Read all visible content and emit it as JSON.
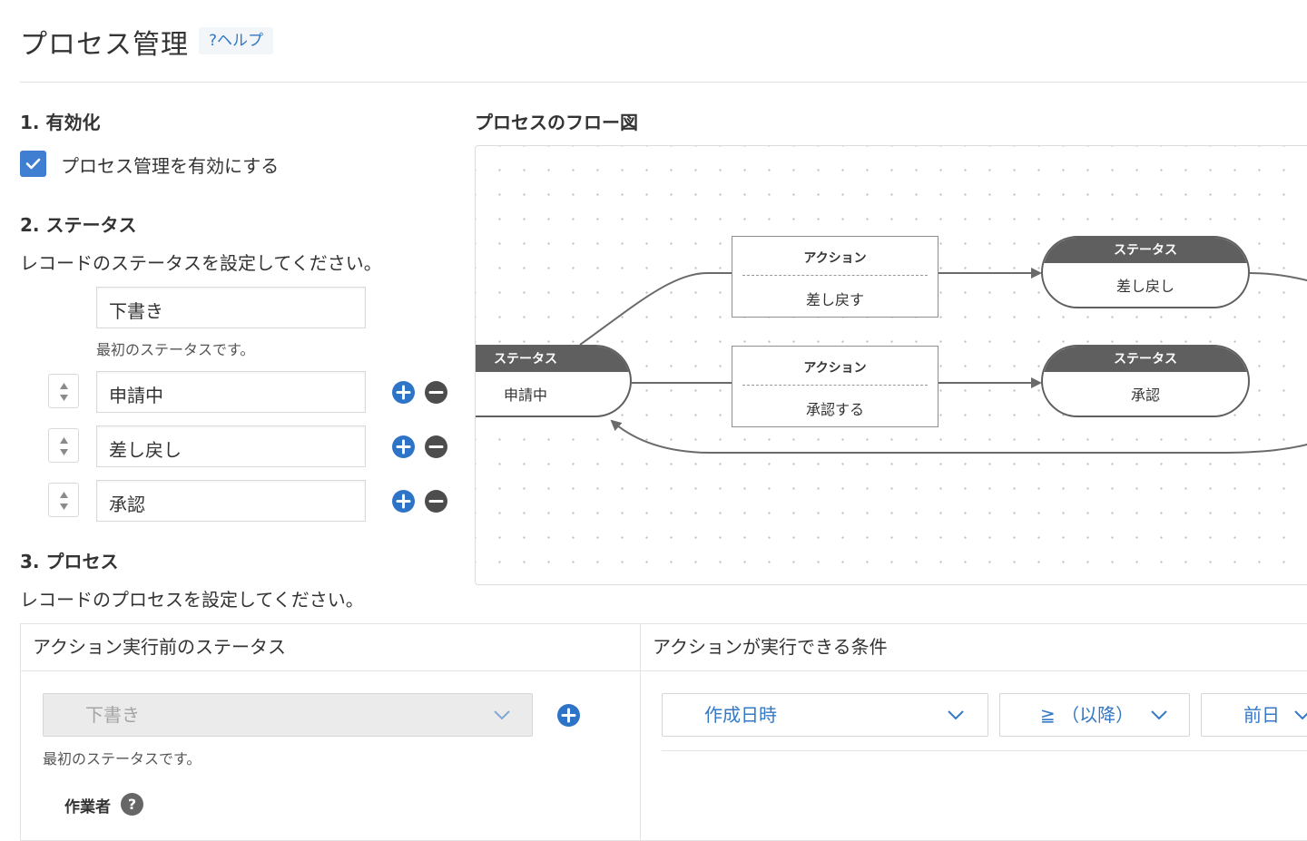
{
  "header": {
    "title": "プロセス管理",
    "help_link": "?ヘルプ"
  },
  "section1": {
    "heading": "1. 有効化",
    "checkbox_label": "プロセス管理を有効にする",
    "checked": true
  },
  "section2": {
    "heading": "2. ステータス",
    "description": "レコードのステータスを設定してください。",
    "first_status": "下書き",
    "first_status_note": "最初のステータスです。",
    "statuses": [
      "申請中",
      "差し戻し",
      "承認"
    ]
  },
  "flow": {
    "heading": "プロセスのフロー図",
    "status_label": "ステータス",
    "action_label": "アクション",
    "start_status": "申請中",
    "actions": [
      "差し戻す",
      "承認する"
    ],
    "targets": [
      "差し戻し",
      "承認"
    ]
  },
  "section3": {
    "heading": "3. プロセス",
    "description": "レコードのプロセスを設定してください。",
    "col_status": "アクション実行前のステータス",
    "col_condition": "アクションが実行できる条件",
    "status_select": "下書き",
    "status_note": "最初のステータスです。",
    "assignee_label": "作業者",
    "help_icon": "?",
    "condition_field": "作成日時",
    "condition_operator": "≧ （以降）",
    "condition_value": "前日"
  },
  "colors": {
    "accent": "#3f7ed0",
    "link": "#3478c6",
    "node": "#5f5f5f"
  },
  "icons": [
    "check-icon",
    "sort-arrows-icon",
    "plus-circle-icon",
    "minus-circle-icon",
    "chevron-down-icon",
    "question-icon"
  ]
}
